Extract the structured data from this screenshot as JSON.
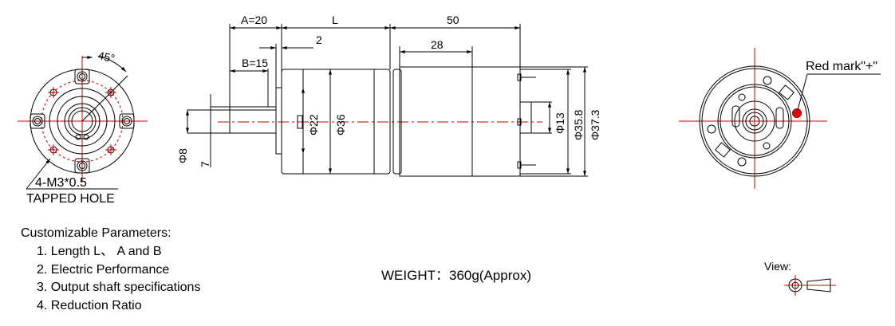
{
  "front_view": {
    "angle_label": "45°",
    "tapped_hole_spec": "4-M3*0.5",
    "tapped_hole_label": "TAPPED HOLE"
  },
  "side_view": {
    "dim_a": "A=20",
    "dim_l": "L",
    "dim_50": "50",
    "dim_2": "2",
    "dim_28": "28",
    "dim_b": "B=15",
    "dim_shaft_dia": "Φ8",
    "dim_shaft_flat": "7",
    "dim_boss": "Φ22",
    "dim_gearbox": "Φ36",
    "dim_motor_boss": "Φ13",
    "dim_motor_cap": "Φ35.8",
    "dim_motor_body": "Φ37.3"
  },
  "rear_view": {
    "red_mark_label": "Red mark\"+\"",
    "red_mark_color": "#e00000"
  },
  "parameters": {
    "title": "Customizable Parameters:",
    "items": [
      "1. Length  L、 A and B",
      "2. Electric Performance",
      "3. Output shaft specifications",
      "4. Reduction Ratio"
    ]
  },
  "weight": "WEIGHT：360g(Approx)",
  "view_label": "View:"
}
